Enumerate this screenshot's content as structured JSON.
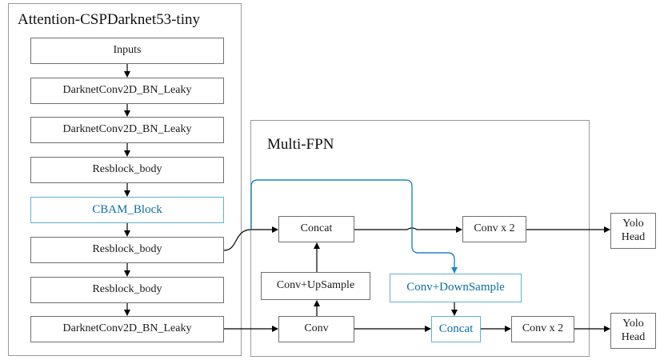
{
  "groups": {
    "backbone_title": "Attention-CSPDarknet53-tiny",
    "fpn_title": "Multi-FPN"
  },
  "colors": {
    "line": "#000000",
    "highlight_line": "#1f86c2",
    "highlight_text": "#0d6ea3",
    "highlight_border": "#5fb1d4",
    "frame": "#9a9a9a"
  },
  "backbone": {
    "inputs": "Inputs",
    "conv1": "DarknetConv2D_BN_Leaky",
    "conv2": "DarknetConv2D_BN_Leaky",
    "res1": "Resblock_body",
    "cbam": "CBAM_Block",
    "res2": "Resblock_body",
    "res3": "Resblock_body",
    "conv3": "DarknetConv2D_BN_Leaky"
  },
  "fpn": {
    "concat_top": "Concat",
    "conv_upsample": "Conv+UpSample",
    "conv": "Conv",
    "conv_downsample": "Conv+DownSample",
    "concat_bottom": "Concat",
    "convx2_top": "Conv x 2",
    "convx2_bottom": "Conv x 2"
  },
  "heads": {
    "top": [
      "Yolo",
      "Head"
    ],
    "bottom": [
      "Yolo",
      "Head"
    ]
  }
}
